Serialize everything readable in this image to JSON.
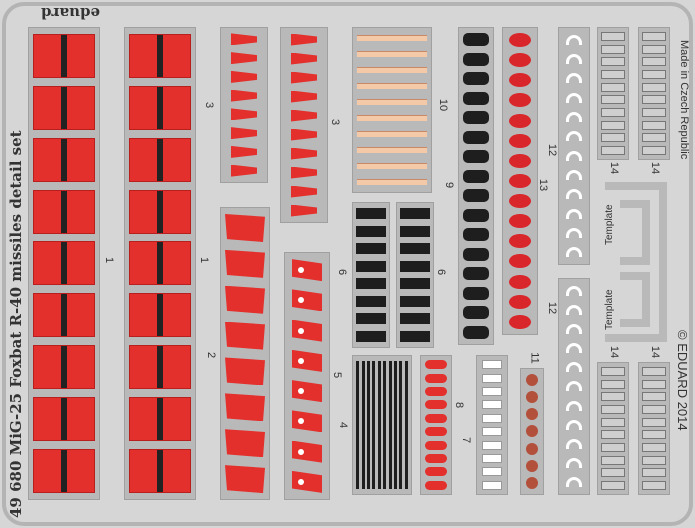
{
  "brand": "eduard",
  "title": "49 680 MiG-25 Foxbat R-40 missiles detail set",
  "made_in": "Made in Czech Republic",
  "copyright": "© EDUARD 2014",
  "template_label": "Template",
  "part_labels": {
    "p1": "1",
    "p2": "2",
    "p3": "3",
    "p4": "4",
    "p5": "5",
    "p6": "6",
    "p7": "7",
    "p8": "8",
    "p9": "9",
    "p10": "10",
    "p11": "11",
    "p12": "12",
    "p13": "13",
    "p14": "14"
  },
  "colors": {
    "red": "#e3302c",
    "fret": "#d6d6d6",
    "black": "#1e1e1e"
  }
}
